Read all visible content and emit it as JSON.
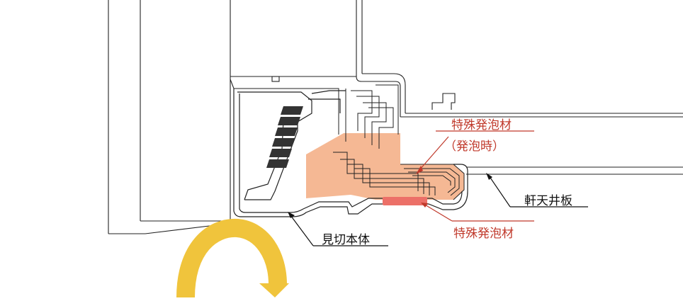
{
  "labels": {
    "foam_expanded": "特殊発泡材",
    "foam_expanded_note": "（発泡時）",
    "soffit_board": "軒天井板",
    "foam_normal": "特殊発泡材",
    "trim_body": "見切本体"
  },
  "colors": {
    "expanded_foam": "#f4b088",
    "foam_strip": "#ec7068",
    "accent_red": "#c0392b",
    "arrow_yellow": "#f0c43c",
    "line": "#222222",
    "leader": "#111111"
  }
}
